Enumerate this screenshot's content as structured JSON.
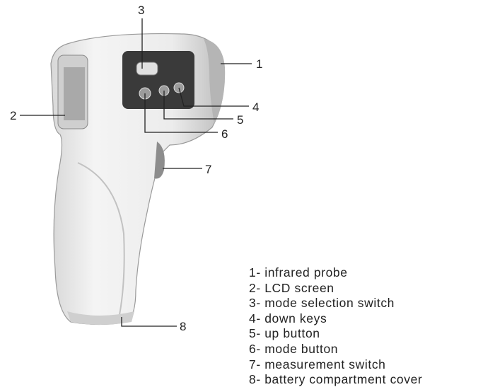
{
  "callouts": [
    "1",
    "2",
    "3",
    "4",
    "5",
    "6",
    "7",
    "8"
  ],
  "legend": [
    "1- infrared probe",
    "2- LCD screen",
    "3- mode selection switch",
    "4- down keys",
    "5- up button",
    "6- mode button",
    "7- measurement switch",
    "8- battery compartment cover"
  ]
}
